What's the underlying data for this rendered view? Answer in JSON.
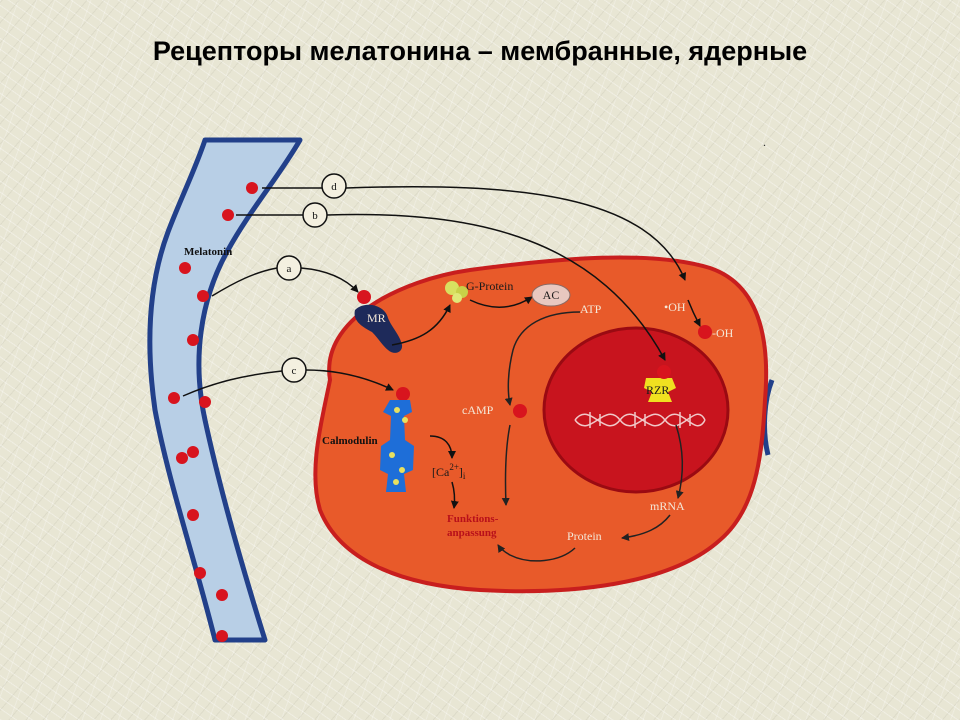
{
  "title": "Рецепторы мелатонина – мембранные, ядерные",
  "labels": {
    "melatonin": "Melatonin",
    "mr": "MR",
    "g_protein": "G-Protein",
    "ac": "AC",
    "atp": "ATP",
    "oh_radical": "•OH",
    "oh_product": "-OH",
    "rzr": "RZR",
    "camp": "cAMP",
    "calmodulin": "Calmodulin",
    "ca": "[Ca",
    "ca_sup": "2+",
    "ca_sub": "]",
    "ca_sub_i": "i",
    "funktions_1": "Funktions-",
    "funktions_2": "anpassung",
    "mrna": "mRNA",
    "protein": "Protein",
    "dot": "."
  },
  "pathways": [
    "d",
    "b",
    "a",
    "c"
  ],
  "colors": {
    "vessel": "#b8cfe6",
    "vessel_border": "#22408a",
    "cell": "#e85a2a",
    "cell_border": "#c81e1e",
    "nucleus": "#c8141e",
    "dots": "#d8141e",
    "receptor": "#1e2a5a",
    "calmodulin": "#1e6ed8",
    "g_protein": "#d8e060"
  }
}
